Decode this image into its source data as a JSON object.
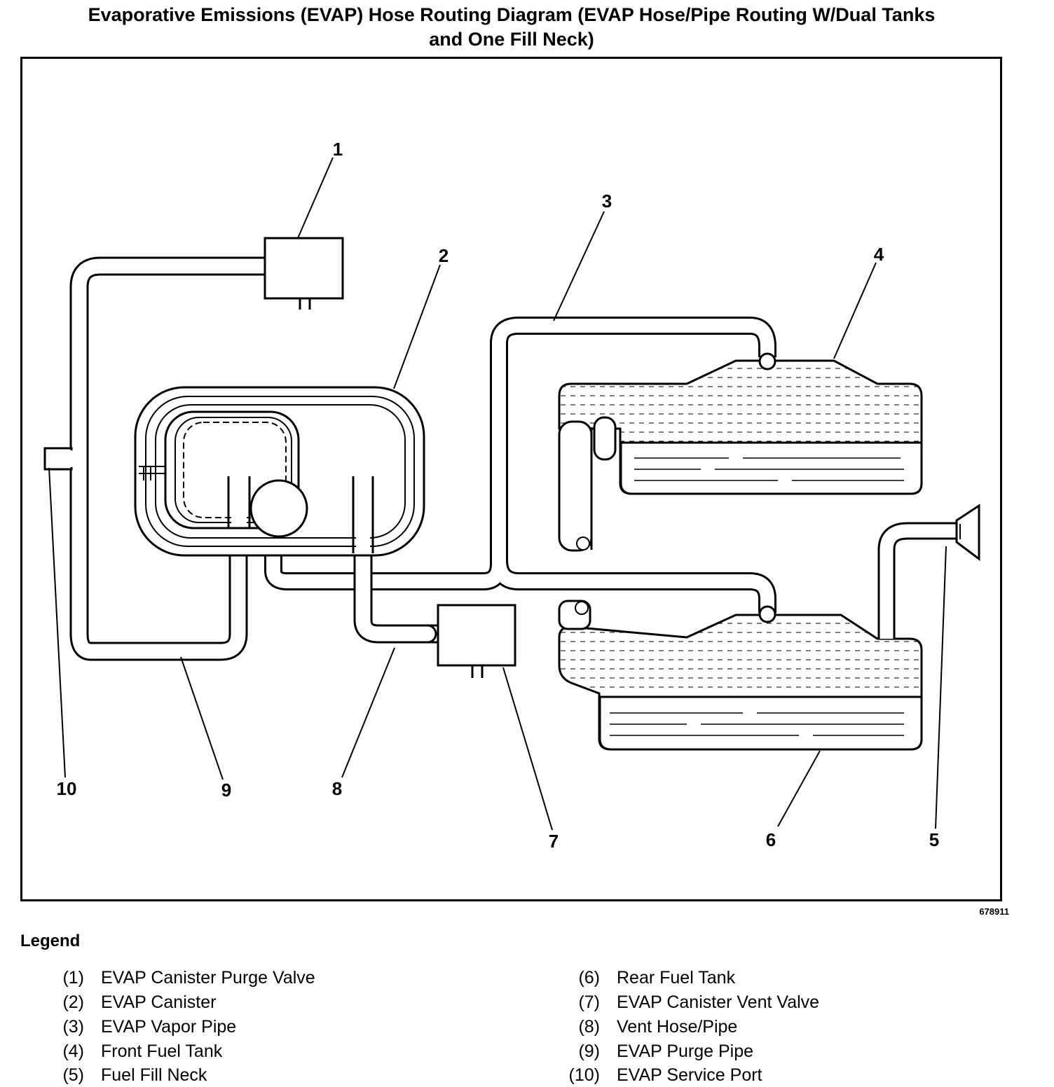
{
  "title": {
    "line1": "Evaporative Emissions (EVAP) Hose Routing Diagram (EVAP Hose/Pipe Routing W/Dual Tanks",
    "line2": "and One Fill Neck)"
  },
  "figure_id": "678911",
  "callouts": [
    "1",
    "2",
    "3",
    "4",
    "5",
    "6",
    "7",
    "8",
    "9",
    "10"
  ],
  "legend": {
    "heading": "Legend",
    "items": [
      {
        "num": "(1)",
        "label": "EVAP Canister Purge Valve"
      },
      {
        "num": "(2)",
        "label": "EVAP Canister"
      },
      {
        "num": "(3)",
        "label": "EVAP Vapor Pipe"
      },
      {
        "num": "(4)",
        "label": "Front Fuel Tank"
      },
      {
        "num": "(5)",
        "label": "Fuel Fill Neck"
      },
      {
        "num": "(6)",
        "label": "Rear Fuel Tank"
      },
      {
        "num": "(7)",
        "label": "EVAP Canister Vent Valve"
      },
      {
        "num": "(8)",
        "label": "Vent Hose/Pipe"
      },
      {
        "num": "(9)",
        "label": "EVAP Purge Pipe"
      },
      {
        "num": "(10)",
        "label": "EVAP Service Port"
      }
    ]
  }
}
